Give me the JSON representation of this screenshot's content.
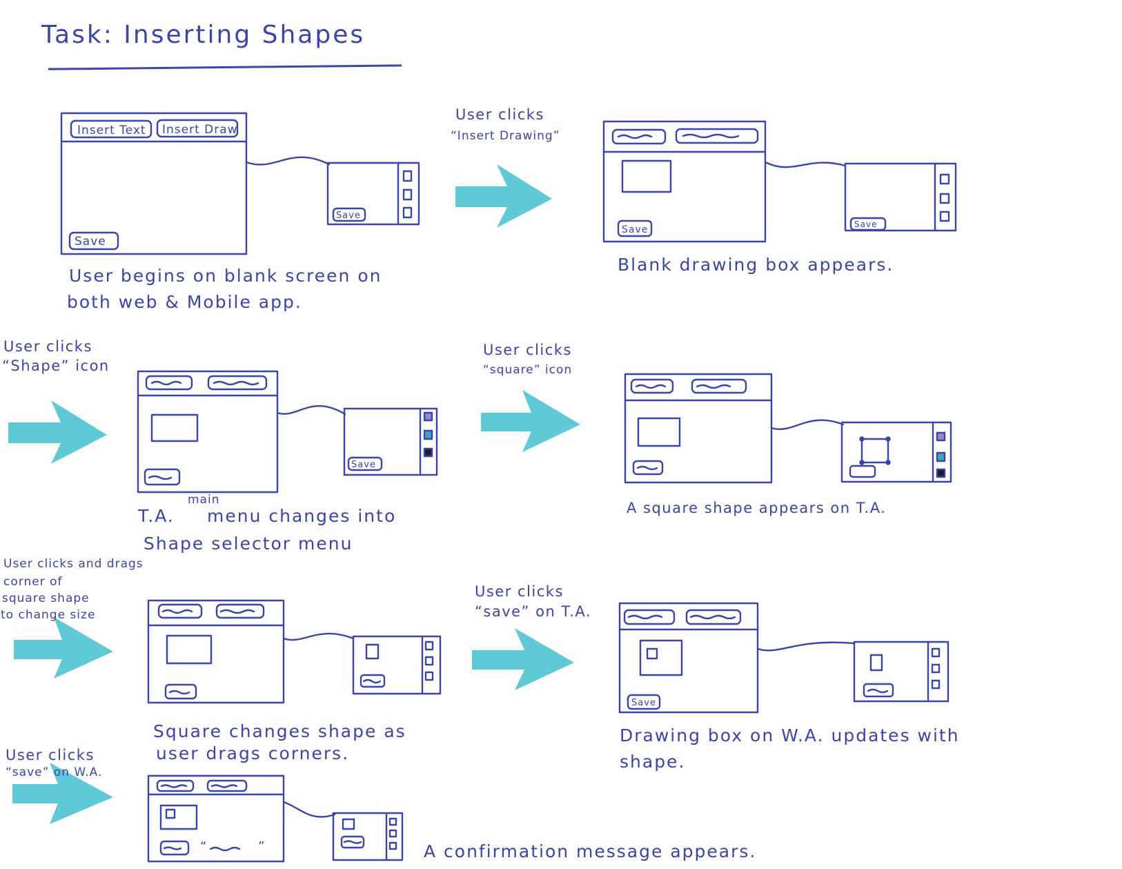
{
  "title": "Task: Inserting Shapes",
  "buttons": {
    "insert_text": "Insert Text",
    "insert_draw": "Insert Draw",
    "save": "Save"
  },
  "steps": [
    {
      "caption": [
        "User begins on blank screen on",
        "both web & Mobile app."
      ]
    },
    {
      "action": [
        "User clicks",
        "“Insert Drawing”"
      ],
      "caption": [
        "Blank drawing box appears."
      ]
    },
    {
      "action": [
        "User clicks",
        "“Shape” icon"
      ],
      "caption_prefix": "T.A.",
      "caption_insert": "main",
      "caption": [
        "menu changes into",
        "Shape selector menu"
      ]
    },
    {
      "action": [
        "User clicks",
        "“square” icon"
      ],
      "caption": [
        "A square shape appears on T.A."
      ]
    },
    {
      "action": [
        "User clicks and drags",
        "corner of",
        "square shape",
        "to change size"
      ],
      "caption": [
        "Square changes shape as",
        "user drags corners."
      ]
    },
    {
      "action": [
        "User clicks",
        "“save” on T.A."
      ],
      "caption": [
        "Drawing box on W.A. updates with",
        "shape."
      ]
    },
    {
      "action": [
        "User clicks",
        "“save” on W.A."
      ],
      "caption": [
        "A confirmation message appears."
      ]
    }
  ],
  "colors": {
    "ink": "#3a45a8",
    "arrow": "#4ec3d2",
    "purple_swatch": "#9b86d6",
    "teal_swatch": "#38a9b8",
    "black_swatch": "#1d1d2e"
  }
}
